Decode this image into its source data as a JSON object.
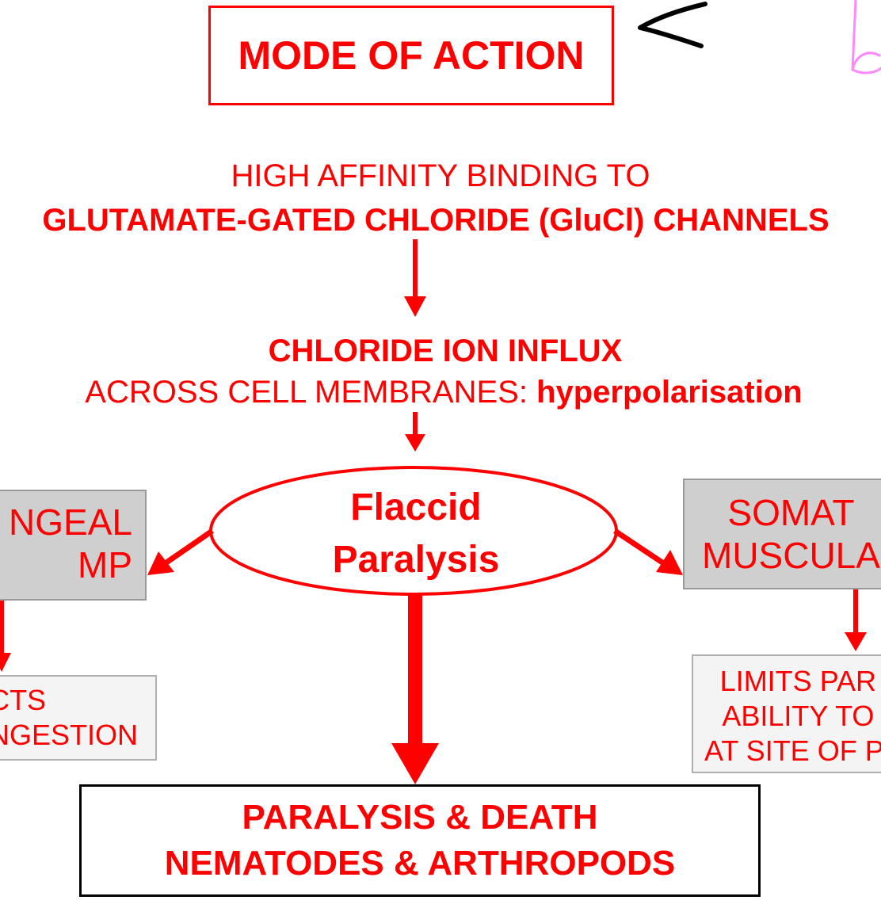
{
  "colors": {
    "accent": "#ff0000",
    "outline": "#000000",
    "grey_fill": "#cfcfcf",
    "light_fill": "#f4f4f4",
    "handwriting": "#ff88ff"
  },
  "title": "MODE OF ACTION",
  "step1": {
    "line1": "HIGH AFFINITY BINDING TO",
    "line2": "GLUTAMATE-GATED CHLORIDE (GluCl) CHANNELS"
  },
  "step2": {
    "line1": "CHLORIDE  ION INFLUX",
    "line2_prefix": "ACROSS CELL MEMBRANES: ",
    "line2_bold": "hyperpolarisation"
  },
  "oval": {
    "text": "Flaccid\nParalysis"
  },
  "left_branch": {
    "grey_text": "NGEAL\nMP",
    "light_text": "CTS\nNGESTION"
  },
  "right_branch": {
    "grey_text": "SOMAT\nMUSCULA",
    "light_text": "LIMITS PAR\nABILITY TO\nAT SITE OF PI"
  },
  "bottom": {
    "line1": "PARALYSIS & DEATH",
    "line2": "NEMATODES & ARTHROPODS"
  }
}
